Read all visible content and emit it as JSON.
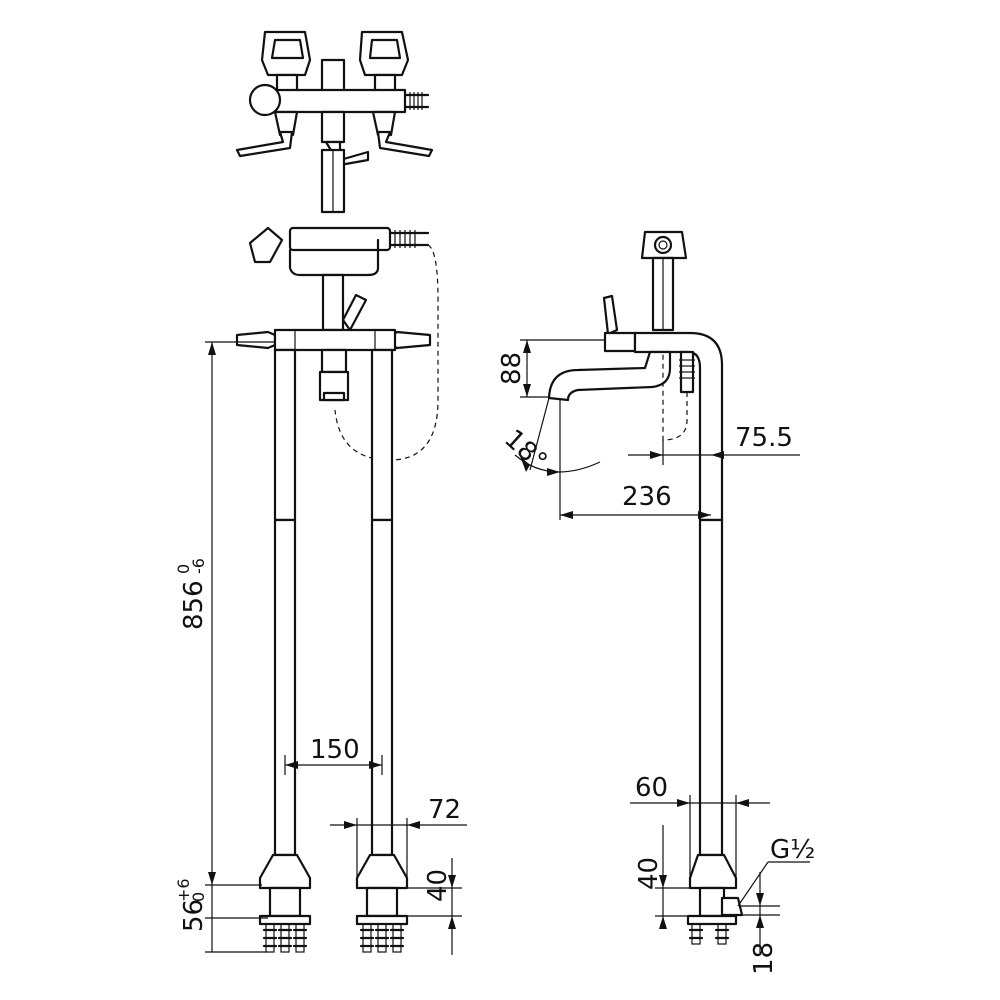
{
  "dimensions": {
    "height_main": "856",
    "height_main_tol_upper": "0",
    "height_main_tol_lower": "-6",
    "base_height": "56",
    "base_tol_upper": "+6",
    "base_tol_lower": "0",
    "pipe_spacing": "150",
    "flange_width": "72",
    "foot_height_front": "40",
    "spout_drop": "88",
    "spout_angle": "18°",
    "spout_offset": "75.5",
    "spout_reach": "236",
    "side_foot_width": "60",
    "side_foot_height": "40",
    "thread": "G½",
    "thread_height": "18"
  }
}
